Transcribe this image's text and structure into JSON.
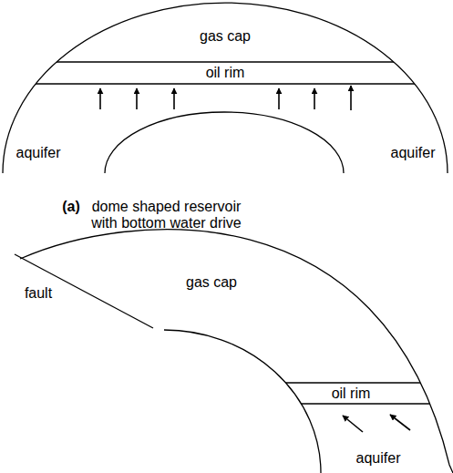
{
  "diagram": {
    "labels": [
      "gas cap",
      "oil rim",
      "aquifer",
      "aquifer",
      "(a)",
      "dome shaped reservoir with bottom water drive",
      "gas cap",
      "fault",
      "oil rim",
      "aquifer"
    ]
  }
}
